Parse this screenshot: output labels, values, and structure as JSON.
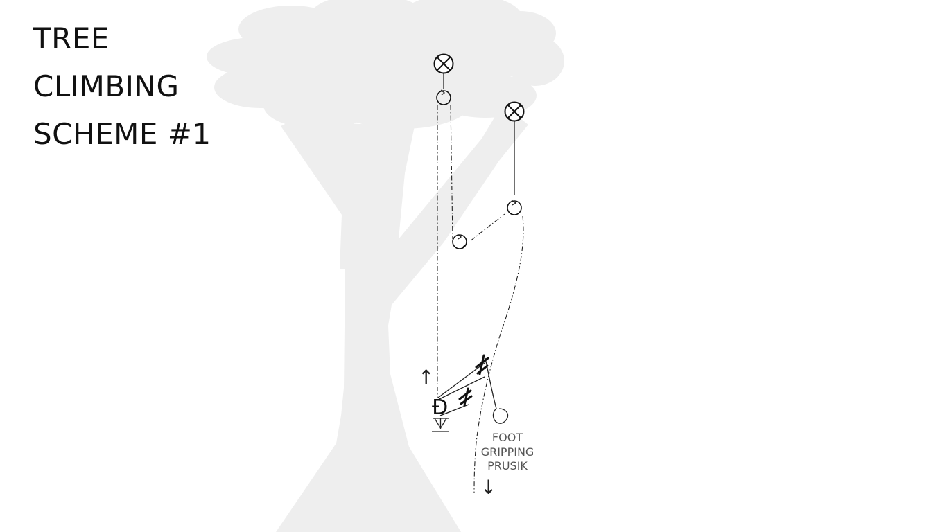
{
  "title": {
    "line1": "TREE",
    "line2": "CLIMBING",
    "line3": "SCHEME #1"
  },
  "diagram": {
    "arrow_up": "↑",
    "arrow_down": "↓",
    "harness_symbol": "Đ",
    "foot_label": {
      "line1": "FOOT",
      "line2": "GRIPPING",
      "line3": "PRUSIK"
    }
  },
  "colors": {
    "tree": "#eeeeee",
    "ink": "#111111",
    "label": "#555555",
    "background": "#ffffff"
  }
}
